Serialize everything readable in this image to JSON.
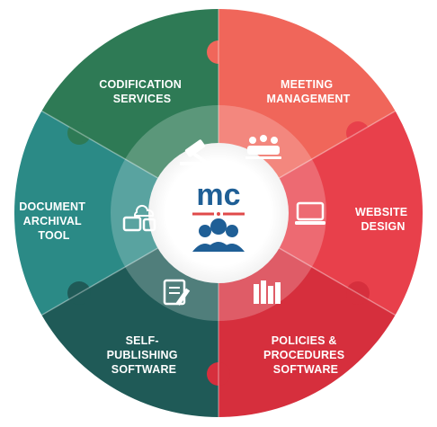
{
  "center": {
    "logo_text": "mc"
  },
  "segments": [
    {
      "id": "codification",
      "line1": "CODIFICATION",
      "line2": "SERVICES",
      "line3": "",
      "icon": "gavel-icon",
      "color": "#2e7a55"
    },
    {
      "id": "meeting",
      "line1": "MEETING",
      "line2": "MANAGEMENT",
      "line3": "",
      "icon": "meeting-icon",
      "color": "#f0665a"
    },
    {
      "id": "website",
      "line1": "WEBSITE",
      "line2": "DESIGN",
      "line3": "",
      "icon": "laptop-icon",
      "color": "#e8404b"
    },
    {
      "id": "policies",
      "line1": "POLICIES &",
      "line2": "PROCEDURES",
      "line3": "SOFTWARE",
      "icon": "books-icon",
      "color": "#d62f3d"
    },
    {
      "id": "selfpub",
      "line1": "SELF-",
      "line2": "PUBLISHING",
      "line3": "SOFTWARE",
      "icon": "document-edit-icon",
      "color": "#1f5a57"
    },
    {
      "id": "archival",
      "line1": "DOCUMENT",
      "line2": "ARCHIVAL",
      "line3": "TOOL",
      "icon": "cloud-devices-icon",
      "color": "#2b8a86"
    }
  ]
}
